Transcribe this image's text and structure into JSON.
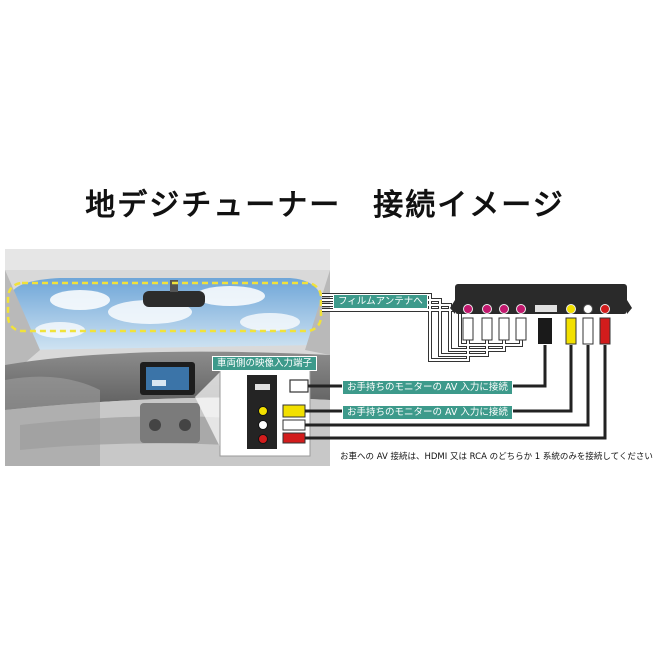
{
  "title": "地デジチューナー　接続イメージ",
  "labels": {
    "antenna": "フィルムアンテナへ",
    "vehicle_input": "車両側の映像入力端子",
    "hdmi_connect": "お手持ちのモニターの AV 入力に接続",
    "rca_connect": "お手持ちのモニターの AV 入力に接続"
  },
  "note": "お車への AV 接続は、HDMI 又は RCA のどちらか 1 系統のみを接続してください",
  "colors": {
    "label_bg": "#3d9a8b",
    "antenna_outline": "#f1e23a",
    "tuner_body": "#2a2a2a",
    "antenna_jack": "#c2186e",
    "rca_video": "#f2e000",
    "rca_audio_l": "#ffffff",
    "rca_audio_r": "#d21c1c"
  }
}
